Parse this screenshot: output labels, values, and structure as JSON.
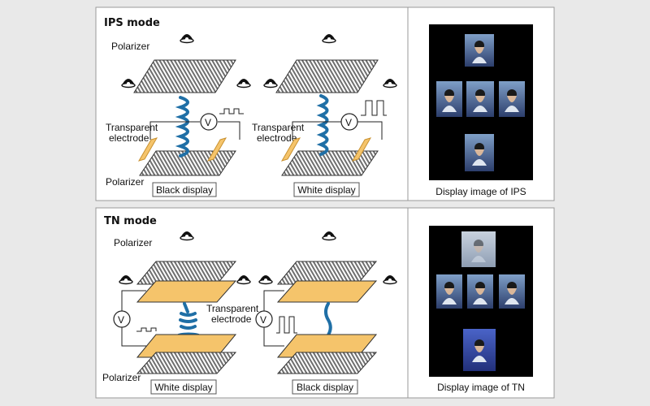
{
  "ips": {
    "title": "IPS mode",
    "labels": {
      "polarizer_top": "Polarizer",
      "transparent_1": "Transparent",
      "electrode_1": "electrode",
      "transparent_2": "Transparent",
      "electrode_2": "electrode",
      "polarizer_bottom": "Polarizer",
      "v_left": "V",
      "v_right": "V"
    },
    "captions": {
      "left": "Black display",
      "right": "White display",
      "image": "Display image of IPS"
    }
  },
  "tn": {
    "title": "TN mode",
    "labels": {
      "polarizer_top": "Polarizer",
      "transparent": "Transparent",
      "electrode": "electrode",
      "polarizer_bottom": "Polarizer",
      "v_left": "V",
      "v_right": "V"
    },
    "captions": {
      "left": "White display",
      "right": "Black display",
      "image": "Display image of  TN"
    }
  },
  "colors": {
    "helix": "#1f6fa6",
    "electrode": "#f5c46b",
    "polarizer": "#8c8c8c",
    "panel_bg": "#ffffff",
    "image_bg": "#000000"
  }
}
